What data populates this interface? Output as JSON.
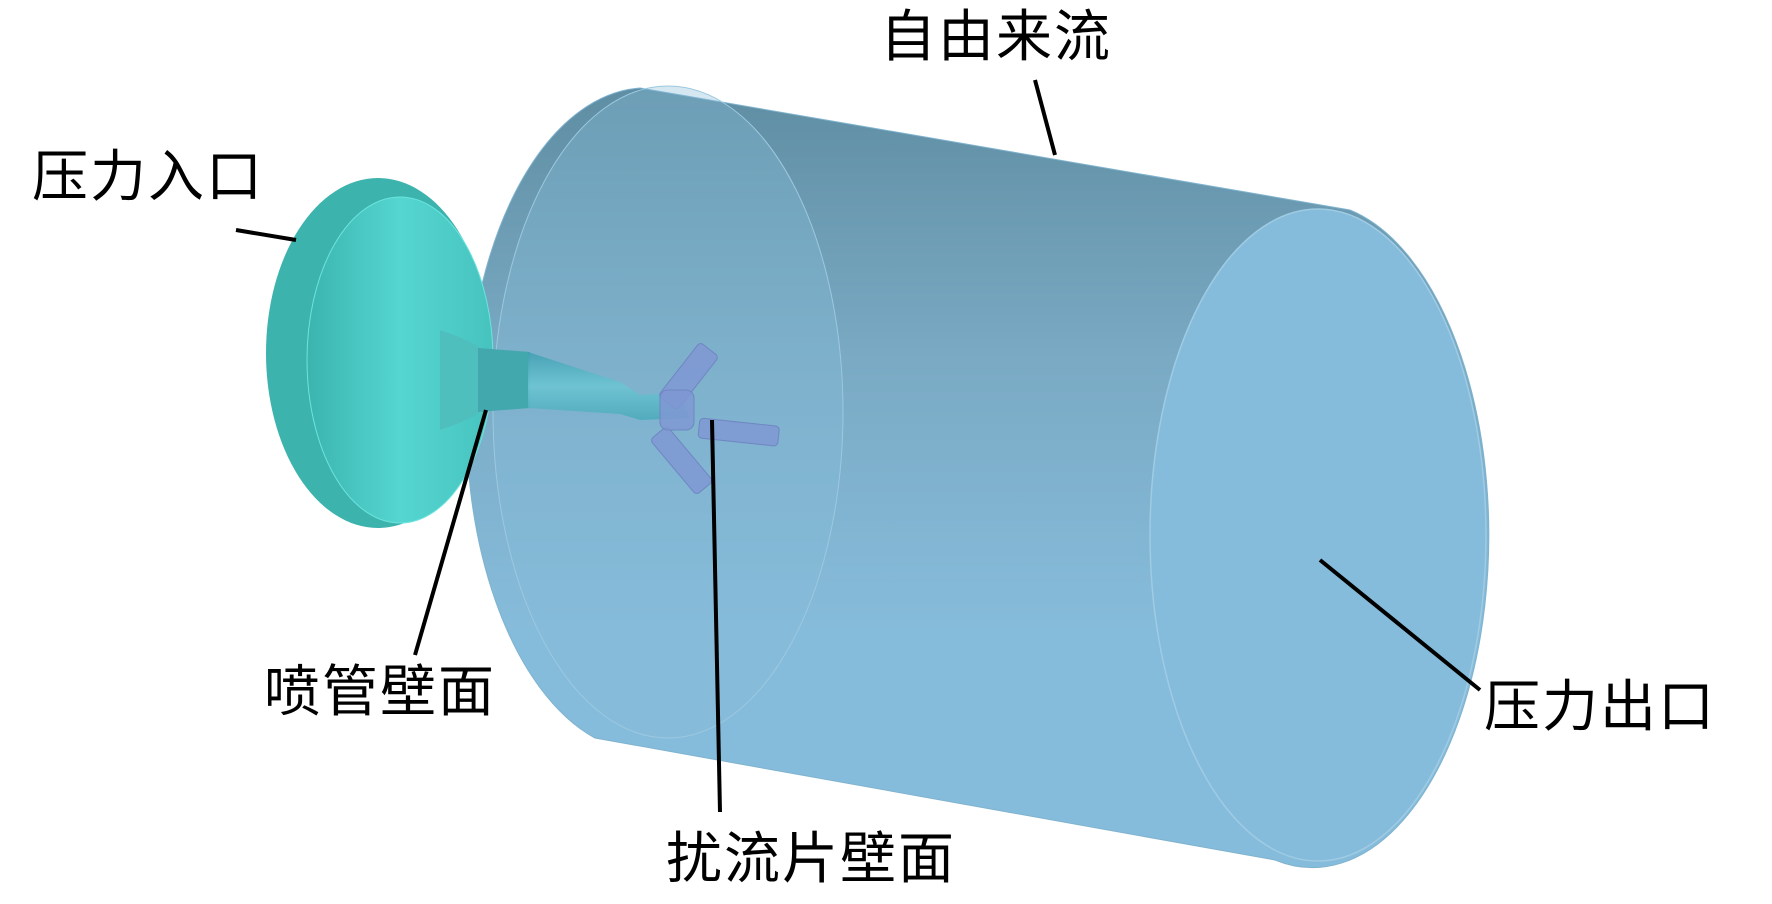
{
  "labels": {
    "free_stream": "自由来流",
    "pressure_inlet": "压力入口",
    "nozzle_wall": "喷管壁面",
    "baffle_wall": "扰流片壁面",
    "pressure_outlet": "压力出口"
  },
  "colors": {
    "domain_fill": "#86bcdb",
    "domain_top_shade": "#6f98ad",
    "domain_edge": "#7fb3cf",
    "inlet_fill": "#4fd3cf",
    "inlet_rim": "#3fb8b3",
    "nozzle_fill": "#5ab8c8",
    "baffle_fill": "#7f98d4",
    "leader_line": "#000000"
  }
}
